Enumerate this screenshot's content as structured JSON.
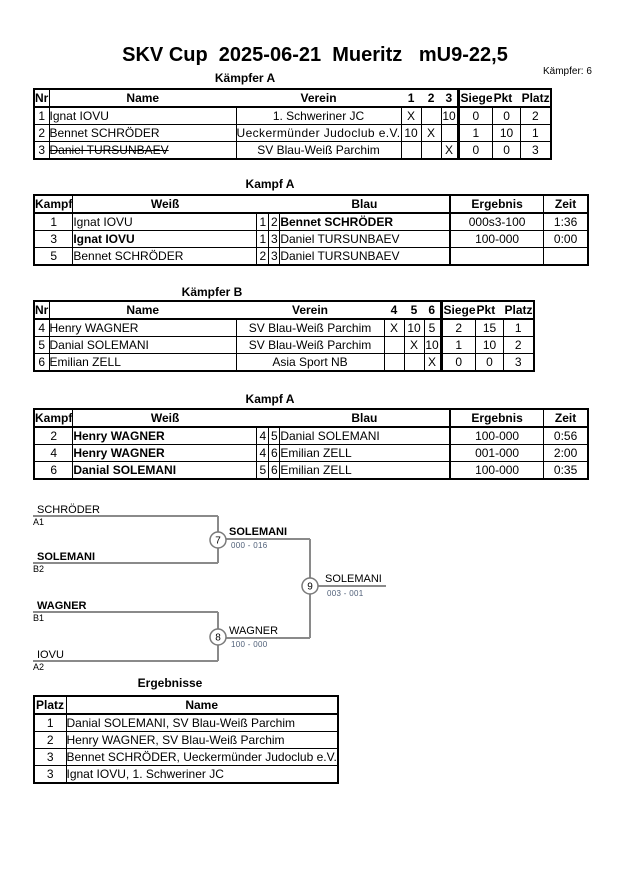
{
  "page": {
    "title": "SKV Cup  2025-06-21  Mueritz   mU9-22,5",
    "fighter_count": "Kämpfer: 6"
  },
  "colors": {
    "bracket_line": "#8a8a8a",
    "score_text": "#4f5f78",
    "border": "#000000"
  },
  "pool_a": {
    "heading": "Kämpfer A",
    "headers": [
      "Nr",
      "Name",
      "Verein",
      "1",
      "2",
      "3",
      "Siege",
      "Pkt",
      "Platz"
    ],
    "rows": [
      {
        "nr": "1",
        "name": "Ignat IOVU",
        "verein": "1. Schweriner JC",
        "c1": "X",
        "c2": "",
        "c3": "10",
        "siege": "0",
        "pkt": "0",
        "platz": "2"
      },
      {
        "nr": "2",
        "name": "Bennet SCHRÖDER",
        "verein": "Ueckermünder Judoclub e.V.",
        "c1": "10",
        "c2": "X",
        "c3": "",
        "siege": "1",
        "pkt": "10",
        "platz": "1"
      },
      {
        "nr": "3",
        "name": "Daniel TURSUNBAEV",
        "verein": "SV Blau-Weiß Parchim",
        "c1": "",
        "c2": "",
        "c3": "X",
        "siege": "0",
        "pkt": "0",
        "platz": "3"
      }
    ]
  },
  "matches_a": {
    "heading": "Kampf A",
    "headers": {
      "kampf": "Kampf",
      "weiss": "Weiß",
      "blau": "Blau",
      "ergebnis": "Ergebnis",
      "zeit": "Zeit"
    },
    "rows": [
      {
        "kampf": "1",
        "weiss": "Ignat IOVU",
        "wn": "1",
        "bn": "2",
        "blau": "Bennet SCHRÖDER",
        "ergebnis": "000s3-100",
        "zeit": "1:36"
      },
      {
        "kampf": "3",
        "weiss": "Ignat IOVU",
        "wn": "1",
        "bn": "3",
        "blau": "Daniel TURSUNBAEV",
        "ergebnis": "100-000",
        "zeit": "0:00"
      },
      {
        "kampf": "5",
        "weiss": "Bennet SCHRÖDER",
        "wn": "2",
        "bn": "3",
        "blau": "Daniel TURSUNBAEV",
        "ergebnis": "",
        "zeit": ""
      }
    ]
  },
  "pool_b": {
    "heading": "Kämpfer B",
    "headers": [
      "Nr",
      "Name",
      "Verein",
      "4",
      "5",
      "6",
      "Siege",
      "Pkt",
      "Platz"
    ],
    "rows": [
      {
        "nr": "4",
        "name": "Henry WAGNER",
        "verein": "SV Blau-Weiß Parchim",
        "c1": "X",
        "c2": "10",
        "c3": "5",
        "siege": "2",
        "pkt": "15",
        "platz": "1"
      },
      {
        "nr": "5",
        "name": "Danial SOLEMANI",
        "verein": "SV Blau-Weiß Parchim",
        "c1": "",
        "c2": "X",
        "c3": "10",
        "siege": "1",
        "pkt": "10",
        "platz": "2"
      },
      {
        "nr": "6",
        "name": "Emilian ZELL",
        "verein": "Asia Sport NB",
        "c1": "",
        "c2": "",
        "c3": "X",
        "siege": "0",
        "pkt": "0",
        "platz": "3"
      }
    ]
  },
  "matches_b": {
    "heading": "Kampf A",
    "headers": {
      "kampf": "Kampf",
      "weiss": "Weiß",
      "blau": "Blau",
      "ergebnis": "Ergebnis",
      "zeit": "Zeit"
    },
    "rows": [
      {
        "kampf": "2",
        "weiss": "Henry WAGNER",
        "wn": "4",
        "bn": "5",
        "blau": "Danial SOLEMANI",
        "ergebnis": "100-000",
        "zeit": "0:56"
      },
      {
        "kampf": "4",
        "weiss": "Henry WAGNER",
        "wn": "4",
        "bn": "6",
        "blau": "Emilian ZELL",
        "ergebnis": "001-000",
        "zeit": "2:00"
      },
      {
        "kampf": "6",
        "weiss": "Danial SOLEMANI",
        "wn": "5",
        "bn": "6",
        "blau": "Emilian ZELL",
        "ergebnis": "100-000",
        "zeit": "0:35"
      }
    ]
  },
  "bracket": {
    "match_7": {
      "number": "7",
      "top_name": "SCHRÖDER",
      "top_seed": "A1",
      "bottom_name": "SOLEMANI",
      "bottom_seed": "B2",
      "winner": "SOLEMANI",
      "score": "000 - 016"
    },
    "match_8": {
      "number": "8",
      "top_name": "WAGNER",
      "top_seed": "B1",
      "bottom_name": "IOVU",
      "bottom_seed": "A2",
      "winner": "WAGNER",
      "score": "100 - 000"
    },
    "match_9": {
      "number": "9",
      "winner": "SOLEMANI",
      "score": "003 - 001"
    }
  },
  "results": {
    "heading": "Ergebnisse",
    "headers": [
      "Platz",
      "Name"
    ],
    "rows": [
      {
        "platz": "1",
        "name": "Danial SOLEMANI, SV Blau-Weiß Parchim"
      },
      {
        "platz": "2",
        "name": "Henry WAGNER, SV Blau-Weiß Parchim"
      },
      {
        "platz": "3",
        "name": "Bennet SCHRÖDER, Ueckermünder Judoclub e.V."
      },
      {
        "platz": "3",
        "name": "Ignat IOVU, 1. Schweriner JC"
      }
    ]
  }
}
